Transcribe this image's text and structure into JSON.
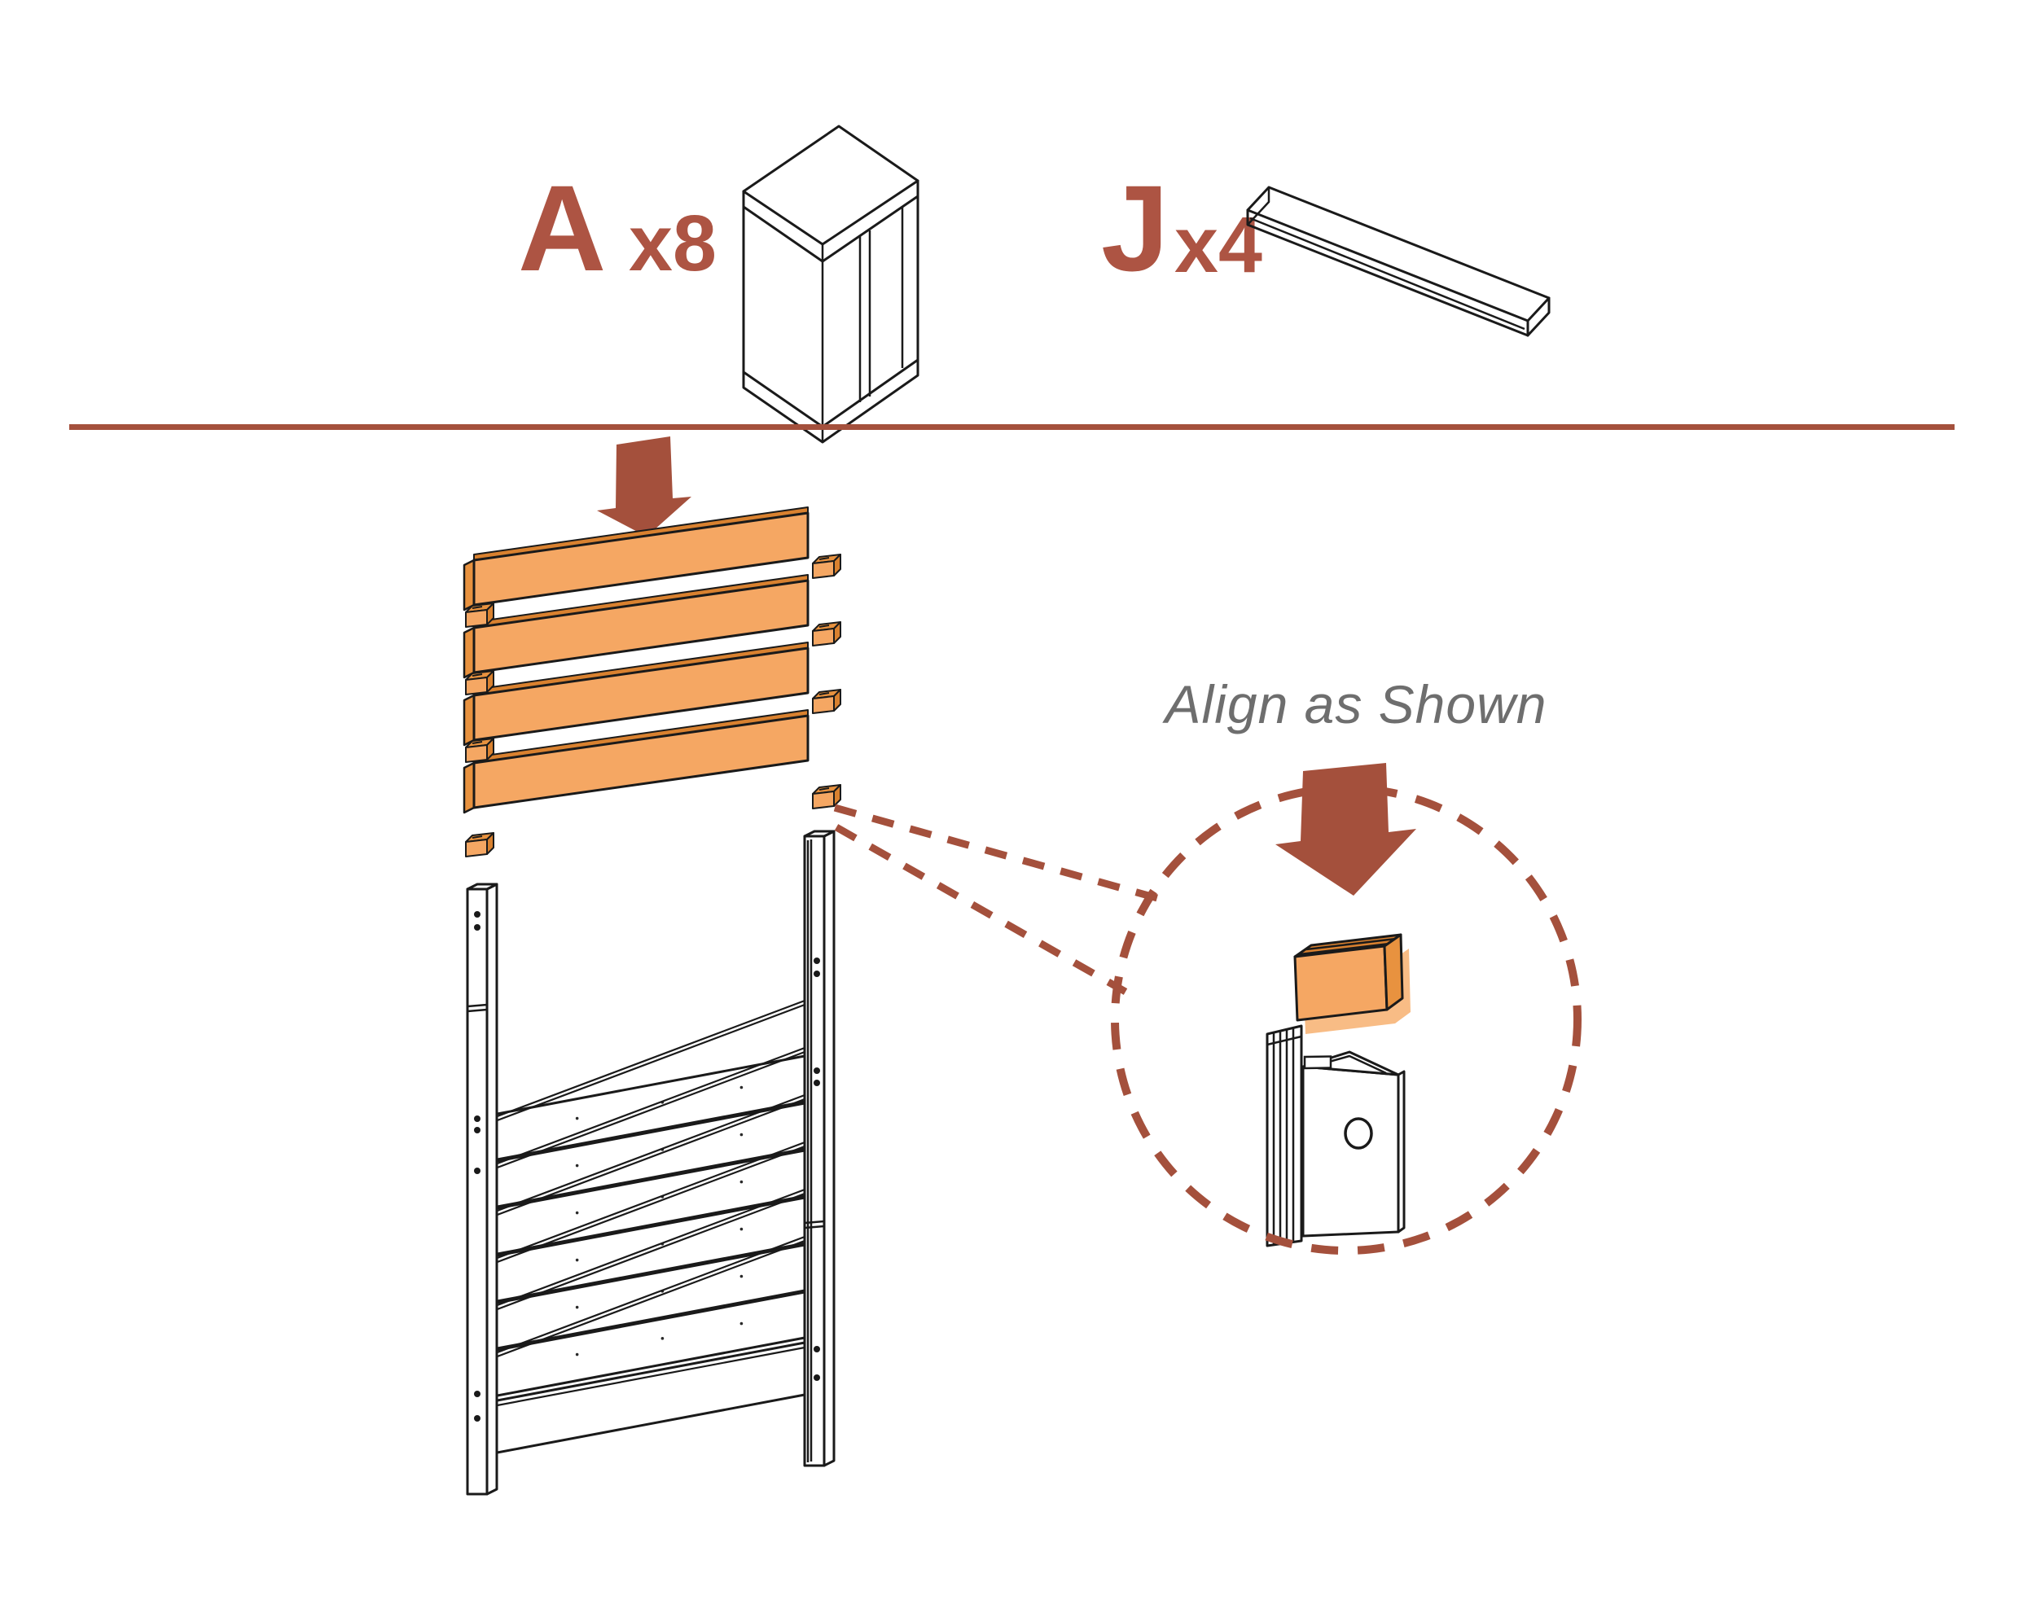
{
  "page": {
    "type": "furniture-assembly-instruction-step",
    "background": "#FFFFFF"
  },
  "colors": {
    "brick": "#A4503C",
    "label_red": "#AD5443",
    "orange_face": "#F5A763",
    "orange_side": "#E8923F",
    "orange_dark": "#D9812F",
    "caption_gray": "#6E6E6E",
    "line": "#1A1A1A"
  },
  "legend": {
    "parts": [
      {
        "id": "A",
        "label": "A",
        "count_label": "x8",
        "icon": "bracket-clip-part-icon"
      },
      {
        "id": "J",
        "label": "J",
        "count_label": "x4",
        "icon": "slat-board-part-icon"
      }
    ]
  },
  "callout": {
    "caption": "Align as Shown"
  },
  "assembly": {
    "orange_slat_count": 4,
    "clip_count": 8,
    "installed_slat_count": 7,
    "post_count": 2
  }
}
